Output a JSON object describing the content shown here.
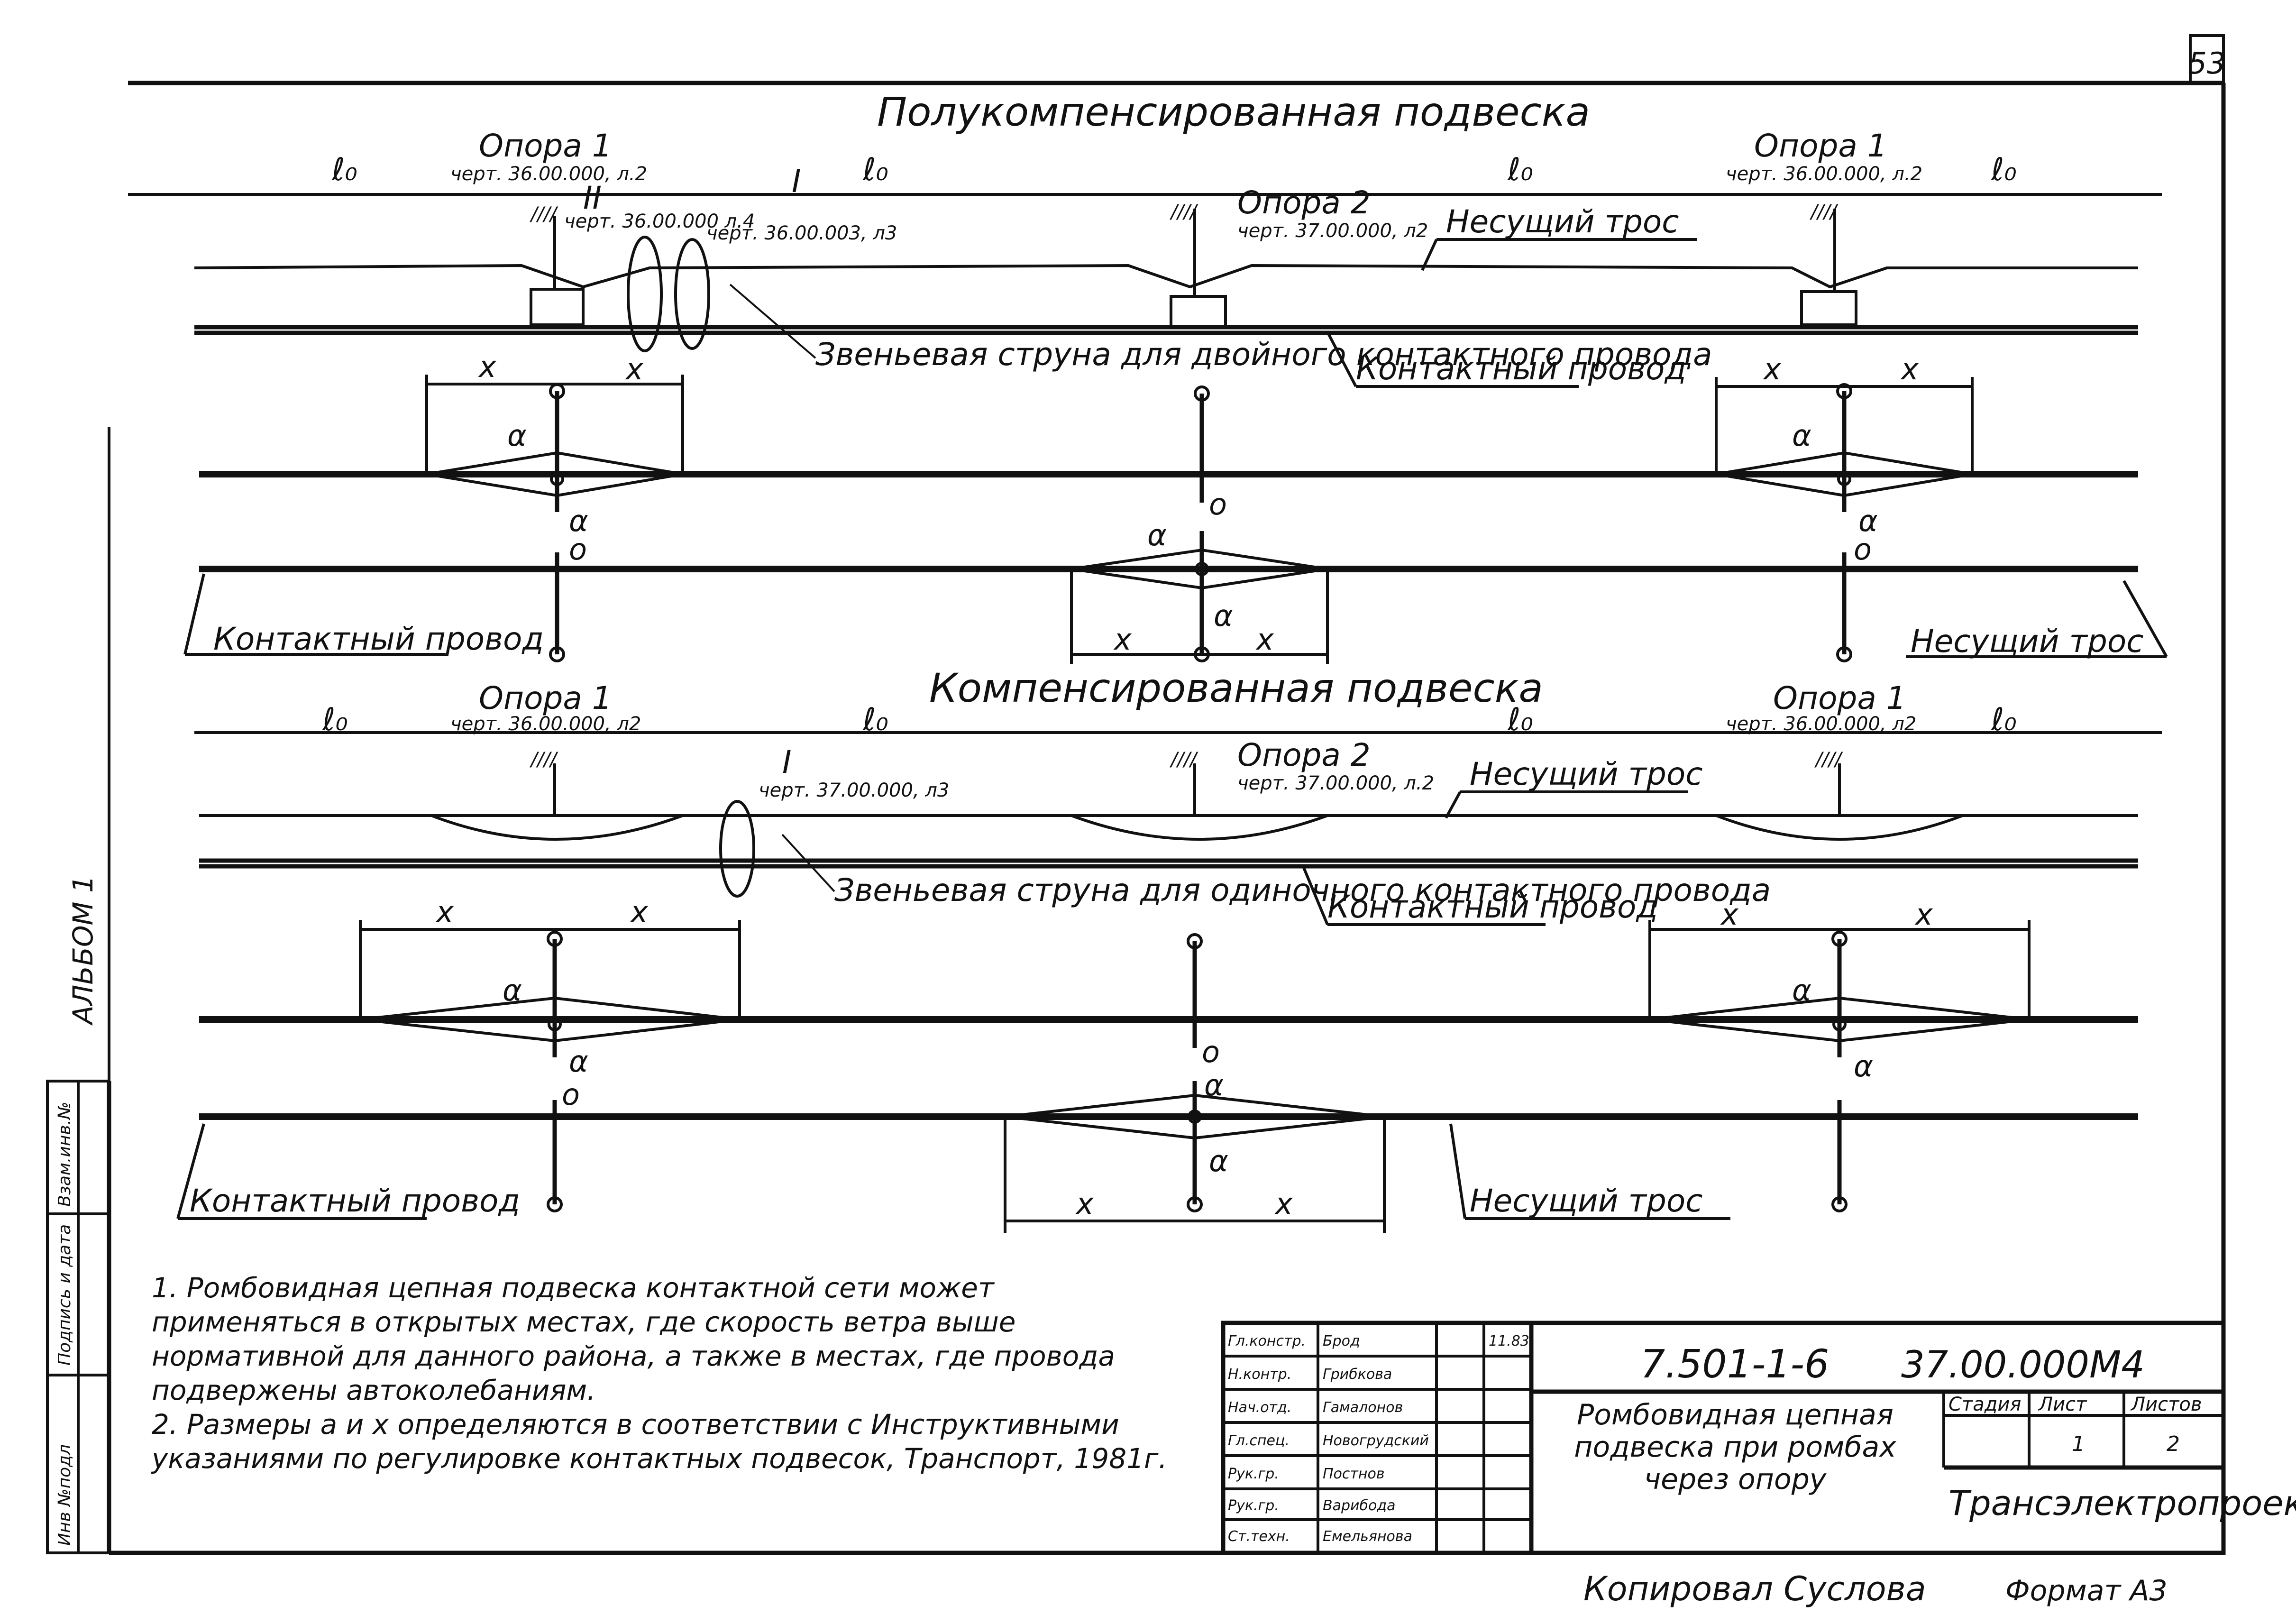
{
  "page_number": "53",
  "album_label": "АЛЬБОМ 1",
  "side_stamp": [
    "Инв №подл",
    "Подпись и дата",
    "Взам.инв.№"
  ],
  "section1": {
    "title": "Полукомпенсированная подвеска",
    "span": "ℓ₀",
    "support1": "Опора 1",
    "support1_ref": "черт. 36.00.000, л.2",
    "support2": "Опора 2",
    "support2_ref": "черт. 37.00.000, л2",
    "node_II": "II",
    "node_II_ref": "черт. 36.00.000 л.4",
    "node_I": "I",
    "node_I_ref": "черт. 36.00.003, л3",
    "carrier": "Несущий трос",
    "contact_wire": "Контактный провод",
    "dropper": "Звеньевая струна для двойного контактного провода"
  },
  "section2": {
    "title": "Компенсированная подвеска",
    "span": "ℓ₀",
    "support1": "Опора 1",
    "support1_ref": "черт. 36.00.000, л2",
    "support2": "Опора 2",
    "support2_ref": "черт. 37.00.000, л.2",
    "node_I": "I",
    "node_I_ref": "черт. 37.00.000, л3",
    "carrier": "Несущий трос",
    "contact_wire": "Контактный провод",
    "dropper": "Звеньевая струна для одиночного контактного провода"
  },
  "symbols": {
    "x": "x",
    "a": "α",
    "o": "о"
  },
  "plan_labels": {
    "contact_wire": "Контактный провод",
    "carrier": "Несущий трос"
  },
  "notes": [
    "1. Ромбовидная цепная подвеска контактной сети может применяться в открытых местах, где скорость ветра выше нормативной для данного района, а также в местах, где провода подвержены автоколебаниям.",
    "2. Размеры а и х определяются в соответствии с Инструктивными указаниями по регулировке контактных подвесок, Транспорт, 1981г."
  ],
  "title_block": {
    "doc_code": "7.501-1-6",
    "drawing_code": "37.00.000М4",
    "title": "Ромбовидная цепная подвеска при ромбах через опору",
    "stage_header": "Стадия",
    "sheet_header": "Лист",
    "sheets_header": "Листов",
    "sheet": "1",
    "sheets": "2",
    "org": "Трансэлектропроект",
    "date": "11.83",
    "rows": [
      {
        "role": "Гл.констр.",
        "name": "Брод"
      },
      {
        "role": "Н.контр.",
        "name": "Грибкова"
      },
      {
        "role": "Нач.отд.",
        "name": "Гамалонов"
      },
      {
        "role": "Гл.спец.",
        "name": "Новогрудский"
      },
      {
        "role": "Рук.гр.",
        "name": "Постнов"
      },
      {
        "role": "Рук.гр.",
        "name": "Варибода"
      },
      {
        "role": "Ст.техн.",
        "name": "Емельянова"
      }
    ]
  },
  "footer_copied": "Копировал Суслова",
  "footer_format": "Формат А3"
}
